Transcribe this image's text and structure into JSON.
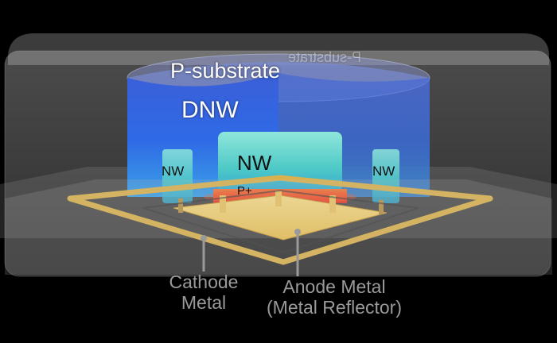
{
  "labels": {
    "p_substrate": "P-substrate",
    "dnw": "DNW",
    "nw_left": "NW",
    "nw_center": "NW",
    "nw_right": "NW",
    "p_plus": "P+",
    "cathode_line1": "Cathode",
    "cathode_line2": "Metal",
    "anode_line1": "Anode Metal",
    "anode_line2": "(Metal Reflector)",
    "mirror_text": "P-substrate"
  },
  "colors": {
    "background": "#000000",
    "dnw_blue": "#2f5fe0",
    "nw_teal": "#5fd6c8",
    "p_plus_red": "#e8402a",
    "anode_gold": "#f2cf6e",
    "cathode_gold": "#d9b24f",
    "callout_gray": "#9a9a9a"
  }
}
